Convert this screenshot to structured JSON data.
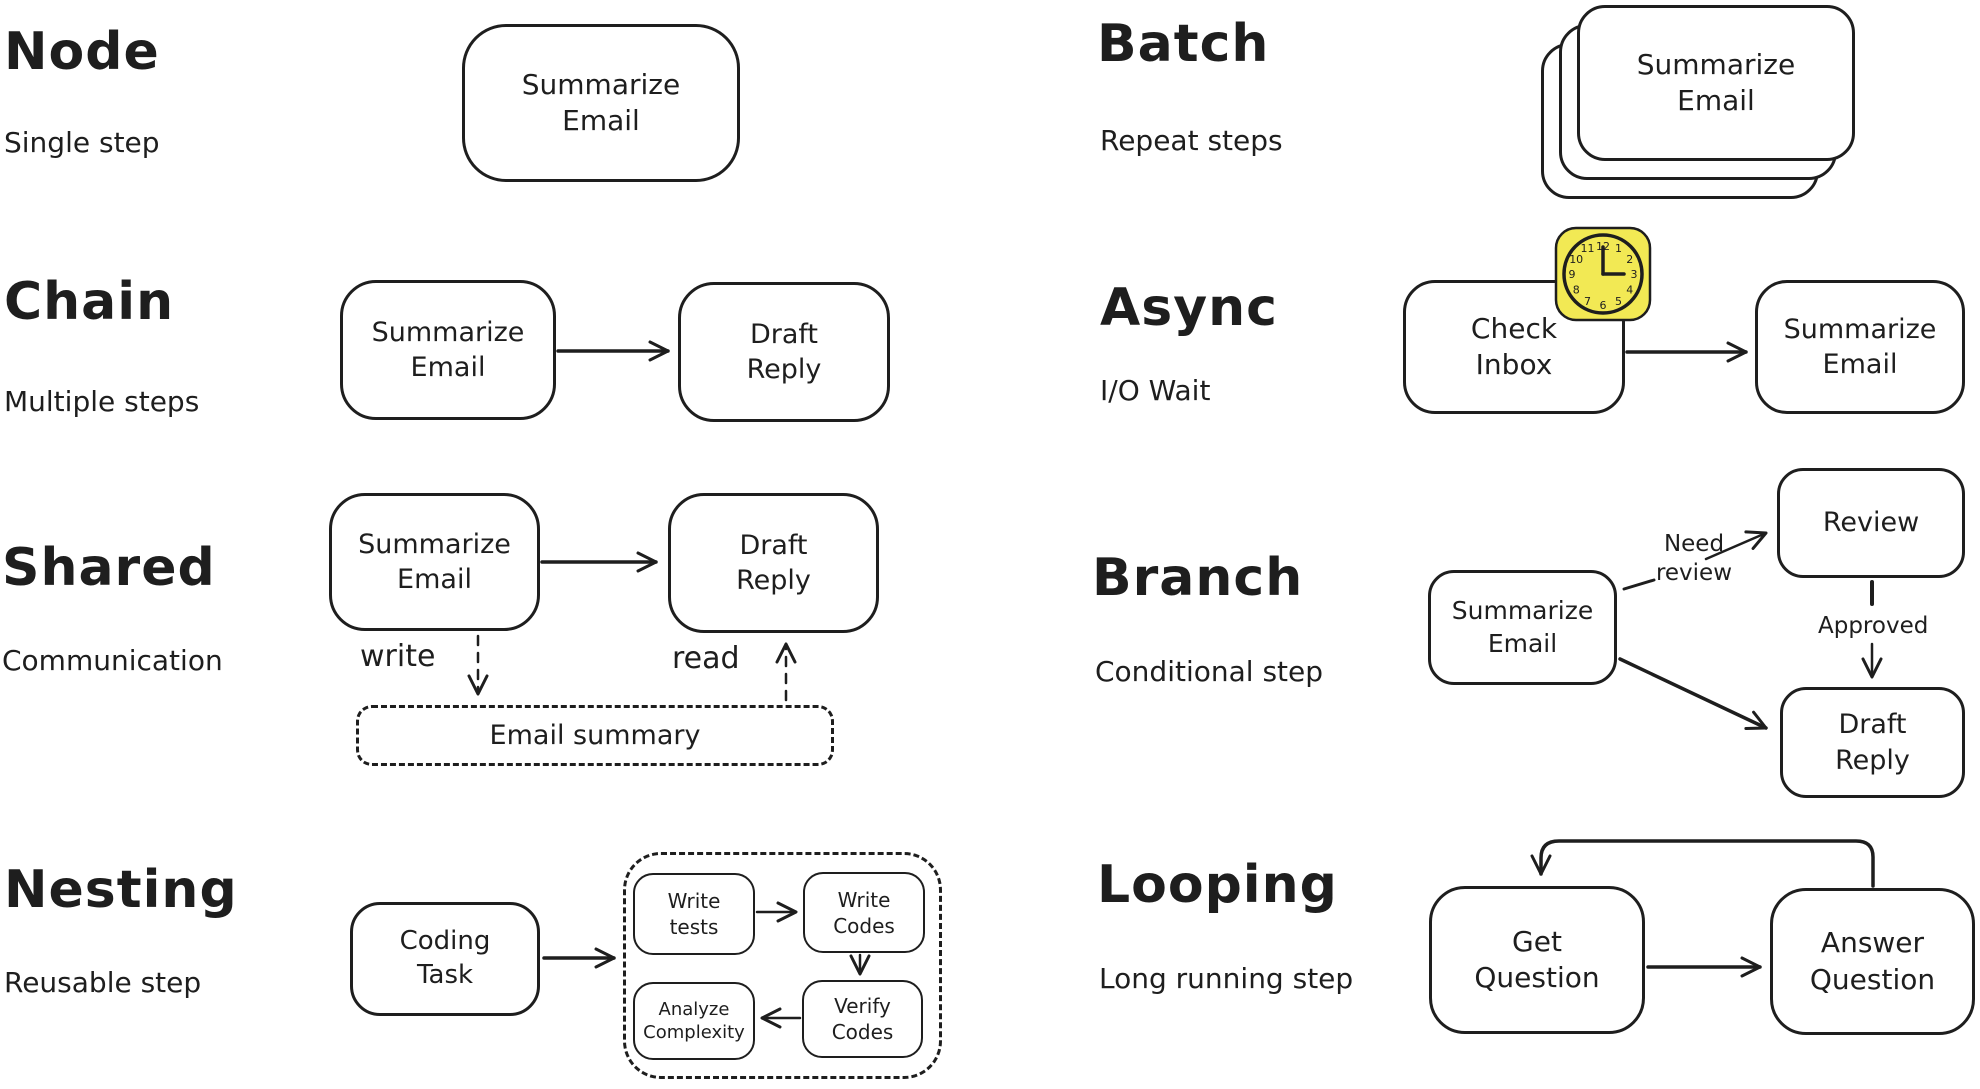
{
  "canvas": {
    "background": "#ffffff",
    "stroke_color": "#1e1e1e",
    "clock_fill": "#f2e954"
  },
  "sections": {
    "node": {
      "title": "Node",
      "subtitle": "Single step",
      "nodes": {
        "summarize": "Summarize\nEmail"
      }
    },
    "chain": {
      "title": "Chain",
      "subtitle": "Multiple steps",
      "nodes": {
        "summarize": "Summarize\nEmail",
        "draft": "Draft\nReply"
      }
    },
    "shared": {
      "title": "Shared",
      "subtitle": "Communication",
      "nodes": {
        "summarize": "Summarize\nEmail",
        "draft": "Draft\nReply",
        "store": "Email summary"
      },
      "edge_labels": {
        "write": "write",
        "read": "read"
      }
    },
    "nesting": {
      "title": "Nesting",
      "subtitle": "Reusable step",
      "nodes": {
        "coding": "Coding\nTask",
        "write_tests": "Write\ntests",
        "write_codes": "Write\nCodes",
        "analyze": "Analyze\nComplexity",
        "verify": "Verify\nCodes"
      }
    },
    "batch": {
      "title": "Batch",
      "subtitle": "Repeat steps",
      "nodes": {
        "summarize": "Summarize\nEmail"
      }
    },
    "async": {
      "title": "Async",
      "subtitle": "I/O Wait",
      "nodes": {
        "check": "Check\nInbox",
        "summarize": "Summarize\nEmail"
      },
      "clock_numbers": [
        "12",
        "1",
        "2",
        "3",
        "4",
        "5",
        "6",
        "7",
        "8",
        "9",
        "10",
        "11"
      ]
    },
    "branch": {
      "title": "Branch",
      "subtitle": "Conditional step",
      "nodes": {
        "summarize": "Summarize\nEmail",
        "review": "Review",
        "draft": "Draft\nReply"
      },
      "edge_labels": {
        "need_review": "Need\nreview",
        "approved": "Approved"
      }
    },
    "looping": {
      "title": "Looping",
      "subtitle": "Long running step",
      "nodes": {
        "get": "Get\nQuestion",
        "answer": "Answer\nQuestion"
      }
    }
  }
}
